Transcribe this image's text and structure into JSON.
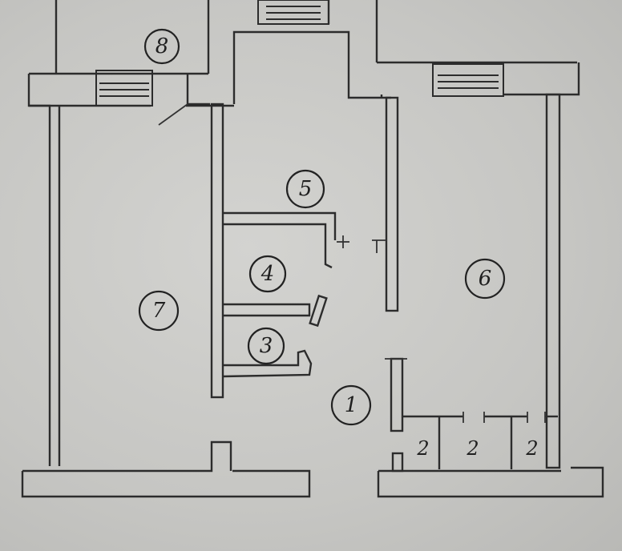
{
  "floor_plan": {
    "rooms": [
      {
        "id": "room-1",
        "label": "1"
      },
      {
        "id": "room-2a",
        "label": "2"
      },
      {
        "id": "room-2b",
        "label": "2"
      },
      {
        "id": "room-2c",
        "label": "2"
      },
      {
        "id": "room-3",
        "label": "3"
      },
      {
        "id": "room-4",
        "label": "4"
      },
      {
        "id": "room-5",
        "label": "5"
      },
      {
        "id": "room-6",
        "label": "6"
      },
      {
        "id": "room-7",
        "label": "7"
      },
      {
        "id": "room-8",
        "label": "8"
      }
    ]
  }
}
